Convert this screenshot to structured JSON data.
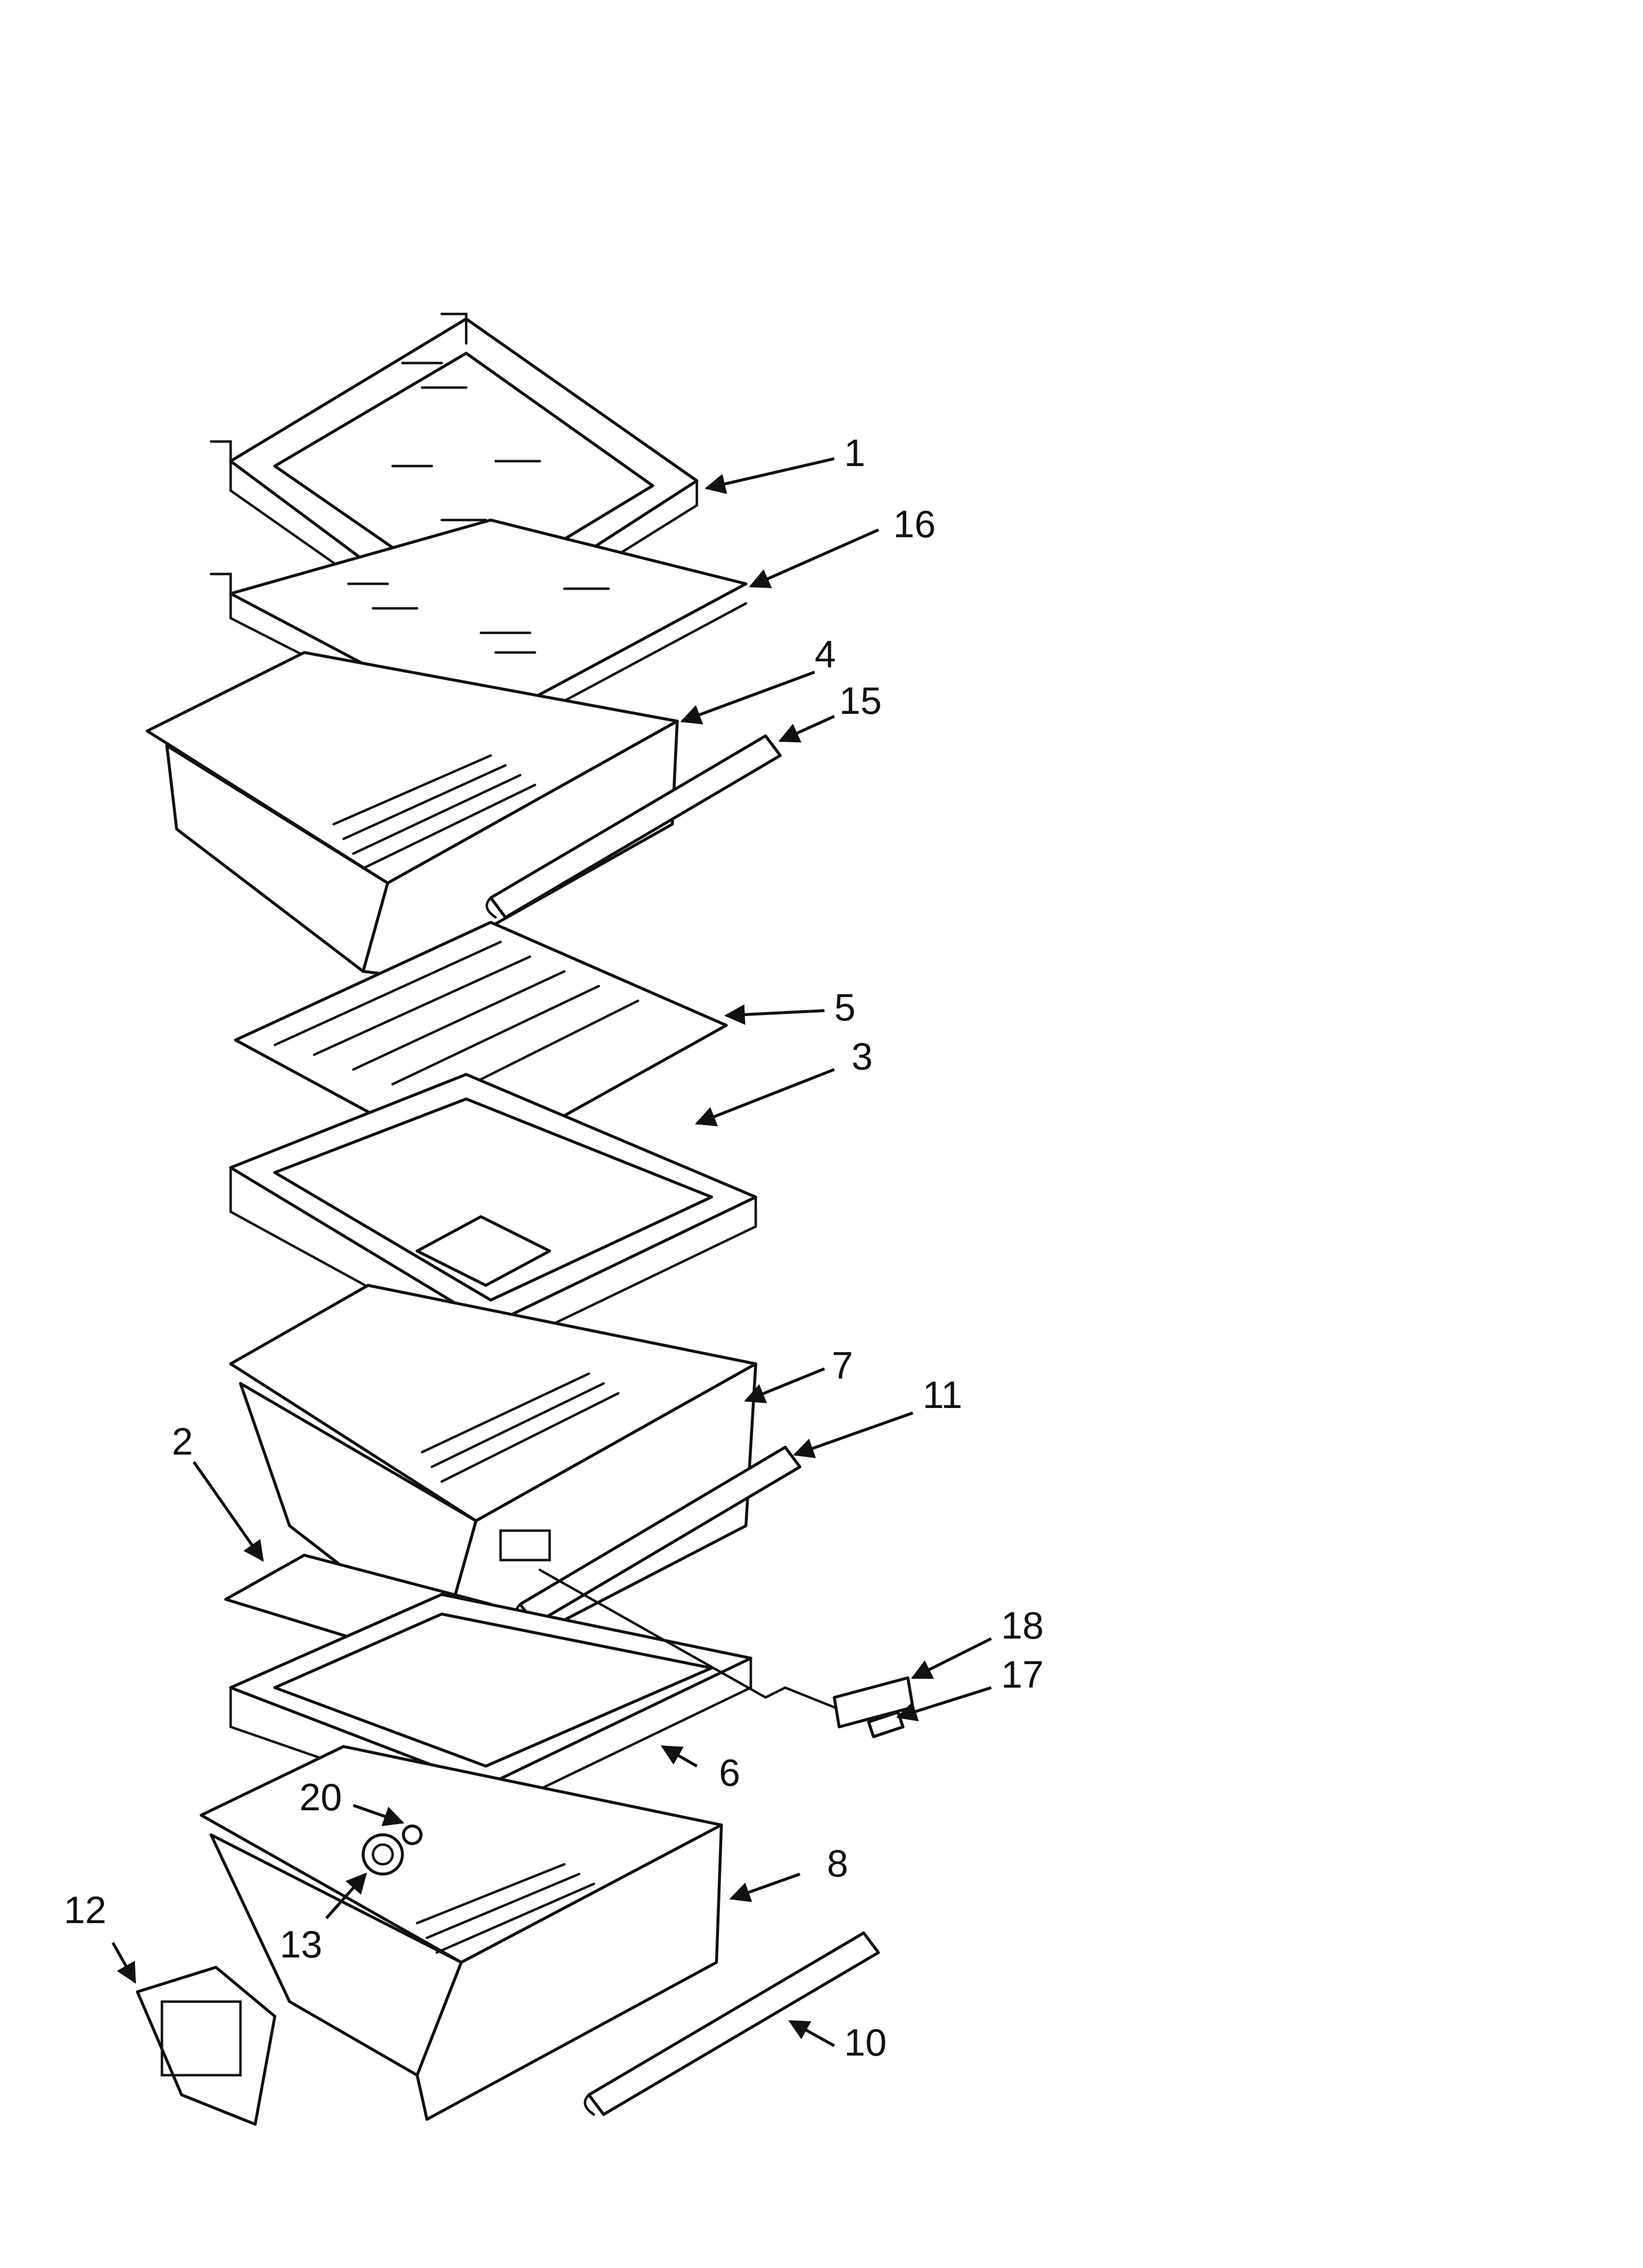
{
  "callouts": [
    {
      "id": "c1",
      "label": "1"
    },
    {
      "id": "c16",
      "label": "16"
    },
    {
      "id": "c4",
      "label": "4"
    },
    {
      "id": "c15",
      "label": "15"
    },
    {
      "id": "c5",
      "label": "5"
    },
    {
      "id": "c3",
      "label": "3"
    },
    {
      "id": "c7",
      "label": "7"
    },
    {
      "id": "c11",
      "label": "11"
    },
    {
      "id": "c2",
      "label": "2"
    },
    {
      "id": "c18",
      "label": "18"
    },
    {
      "id": "c17",
      "label": "17"
    },
    {
      "id": "c6",
      "label": "6"
    },
    {
      "id": "c20",
      "label": "20"
    },
    {
      "id": "c8",
      "label": "8"
    },
    {
      "id": "c12",
      "label": "12"
    },
    {
      "id": "c13",
      "label": "13"
    },
    {
      "id": "c10",
      "label": "10"
    }
  ]
}
